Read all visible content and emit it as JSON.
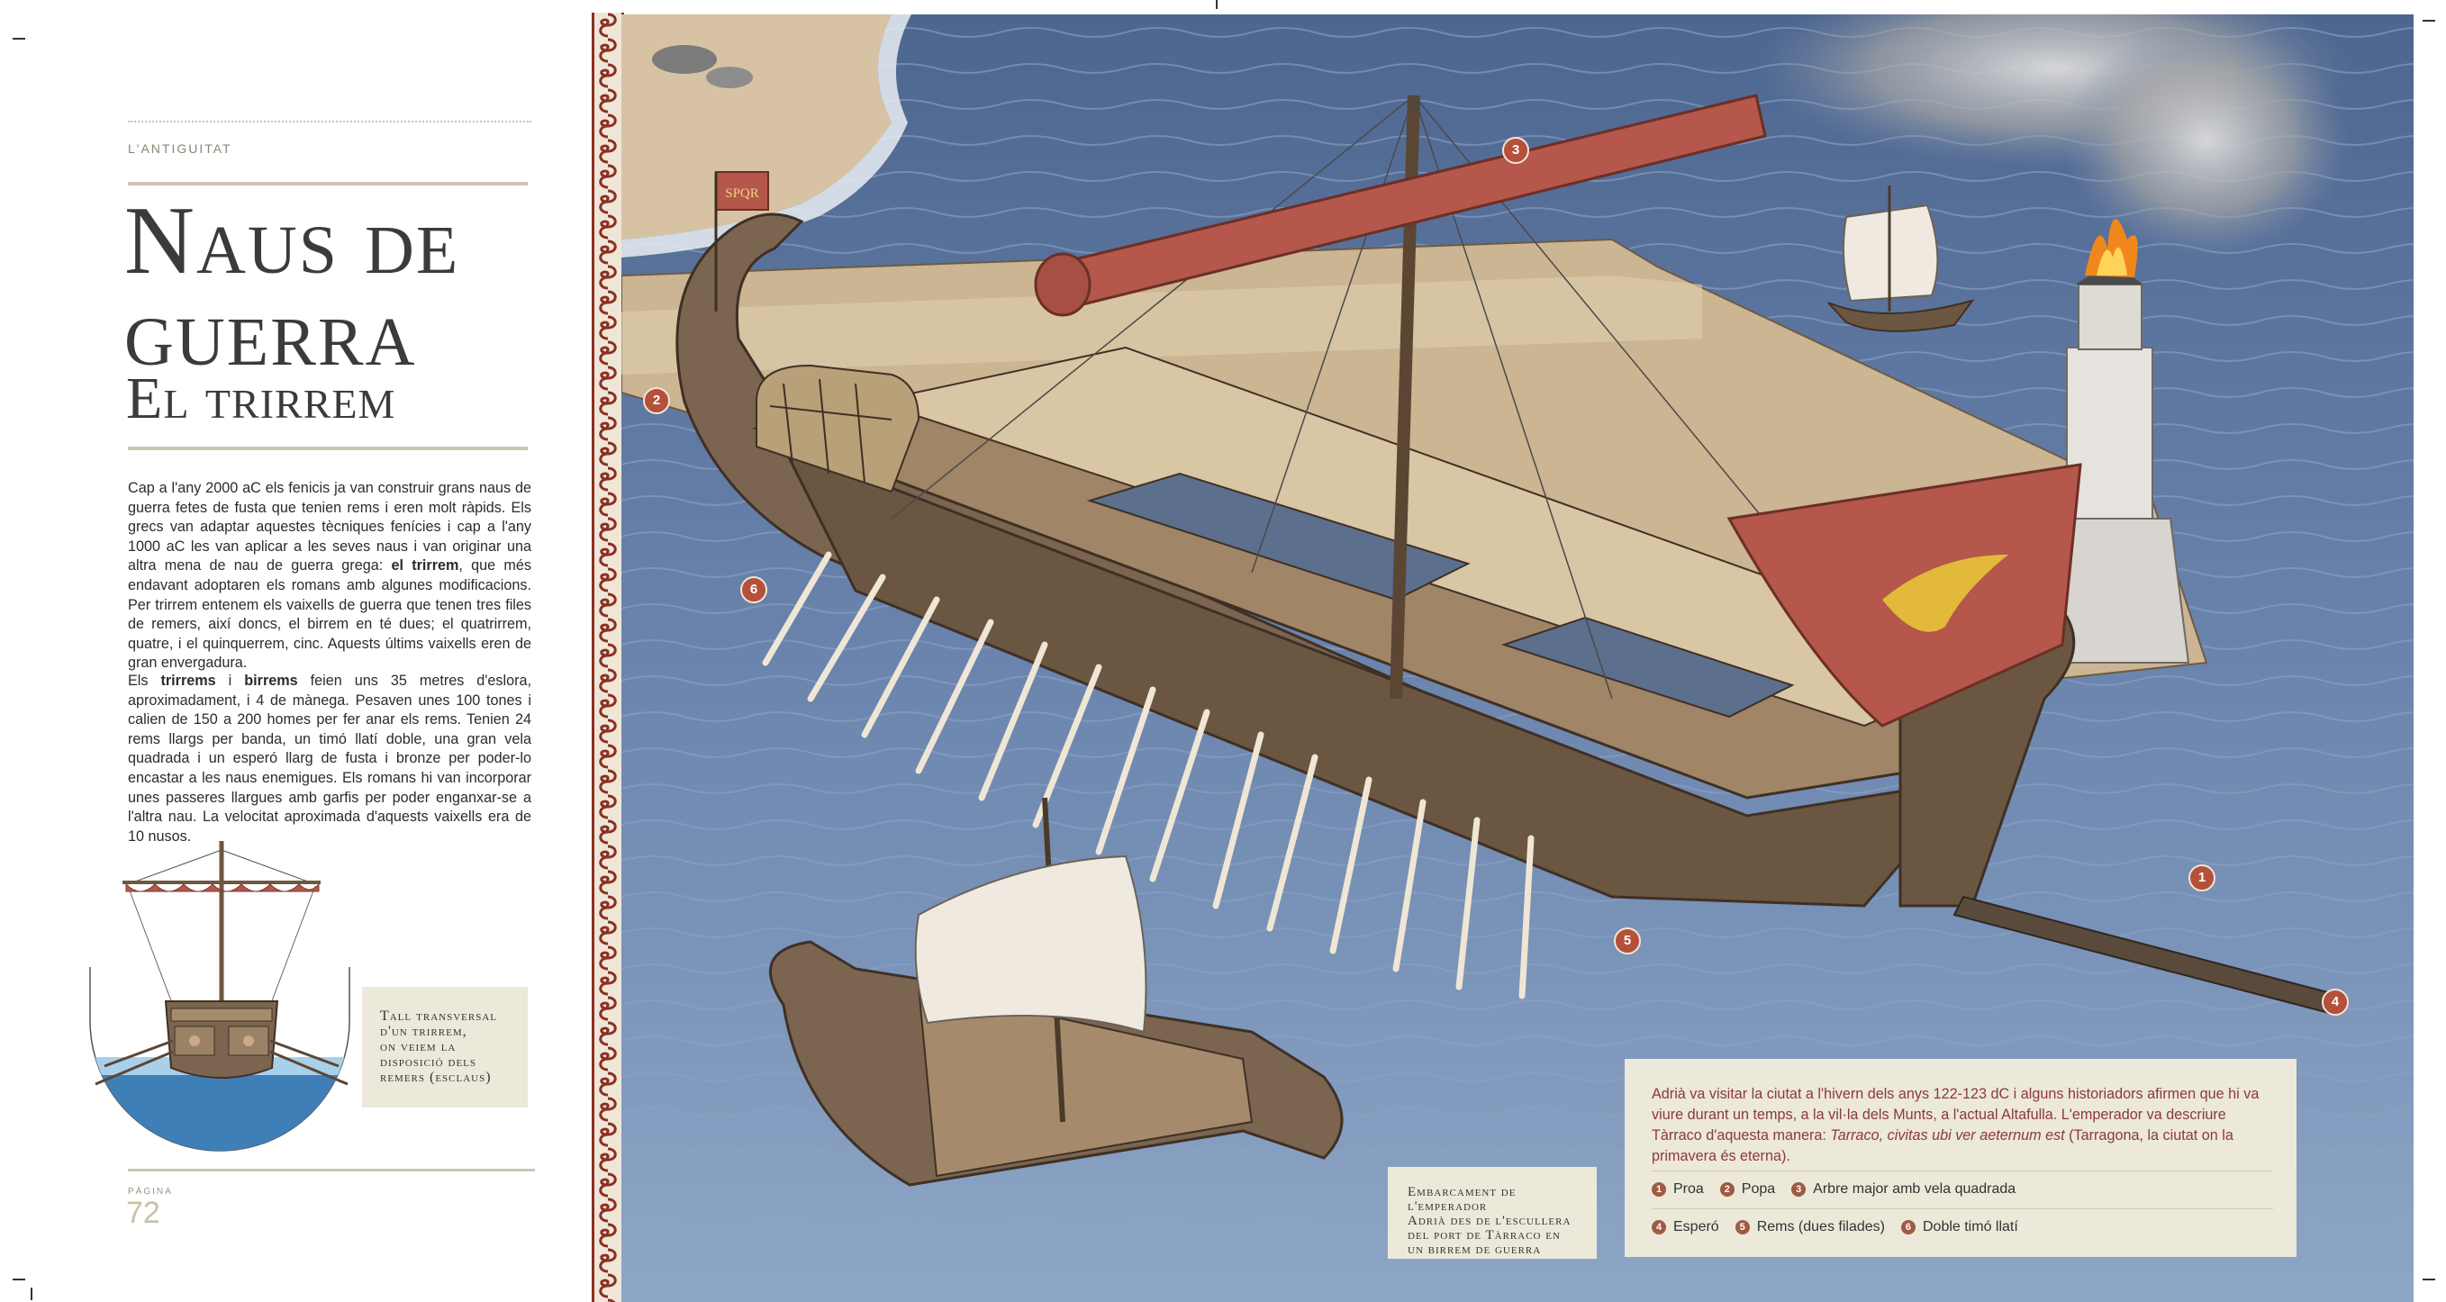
{
  "section_label": "L'ANTIGUITAT",
  "title_line1": "Naus de",
  "title_line2": "guerra",
  "subtitle": "El trirrem",
  "paragraph1": {
    "part1": "Cap a l'any 2000 aC els fenicis ja van construir grans naus de guerra fetes de fusta que tenien rems i eren molt ràpids. Els grecs van adaptar aquestes tècniques fenícies i cap a l'any 1000 aC les van aplicar a les seves naus i van originar una altra mena de nau de guerra grega: ",
    "bold1": "el trirrem",
    "part2": ", que més endavant adoptaren els romans amb algunes modificacions. Per trirrem entenem els vaixells de guerra que tenen tres files de remers, així doncs, el birrem en té dues; el quatrirrem, quatre, i el quinquerrem, cinc. Aquests últims vaixells eren de gran envergadura."
  },
  "paragraph2": {
    "part1": "Els ",
    "bold1": "trirrems",
    "part2": " i ",
    "bold2": "birrems",
    "part3": " feien uns 35 metres d'eslora, aproximadament, i 4 de mànega. Pesaven unes 100 tones i calien de 150 a 200 homes per fer anar els rems. Tenien 24 rems llargs per banda, un timó llatí doble, una gran vela quadrada i un esperó llarg de fusta i bronze per poder-lo encastar a les naus enemigues. Els romans hi van incorporar unes passeres llargues amb garfis per poder enganxar-se a l'altra nau. La velocitat aproximada d'aquests vaixells era de 10 nusos."
  },
  "cross_section_caption": [
    "Tall transversal",
    "d'un trirrem,",
    "on veiem la",
    "disposició dels",
    "remers (esclaus)"
  ],
  "page_label": "PÀGINA",
  "page_number": "72",
  "flag_text": "SPQR",
  "markers": [
    "1",
    "2",
    "3",
    "4",
    "5",
    "6"
  ],
  "embark_caption": [
    "Embarcament de l'emperador",
    "Adrià des de l'escullera",
    "del port de Tàrraco en",
    "un birrem de guerra"
  ],
  "info": {
    "text_main": "Adrià va visitar la ciutat a l'hivern dels anys 122-123 dC i alguns historiadors afirmen que hi va viure durant un temps, a la vil·la dels Munts, a l'actual Altafulla. L'emperador va descriure Tàrraco d'aquesta manera: ",
    "text_italic": "Tarraco, civitas ubi ver aeternum est",
    "text_end": " (Tarragona, la ciutat on la primavera és eterna).",
    "legend": [
      {
        "num": "1",
        "label": "Proa"
      },
      {
        "num": "2",
        "label": "Popa"
      },
      {
        "num": "3",
        "label": "Arbre major amb vela quadrada"
      },
      {
        "num": "4",
        "label": "Esperó"
      },
      {
        "num": "5",
        "label": "Rems (dues filades)"
      },
      {
        "num": "6",
        "label": "Doble timó llatí"
      }
    ]
  },
  "colors": {
    "title": "#3b3b3b",
    "accent": "#8a3022",
    "sea": "#5f7aa6",
    "caption_bg": "#ece8da",
    "sail": "#b5574a",
    "hull": "#6b5642"
  }
}
